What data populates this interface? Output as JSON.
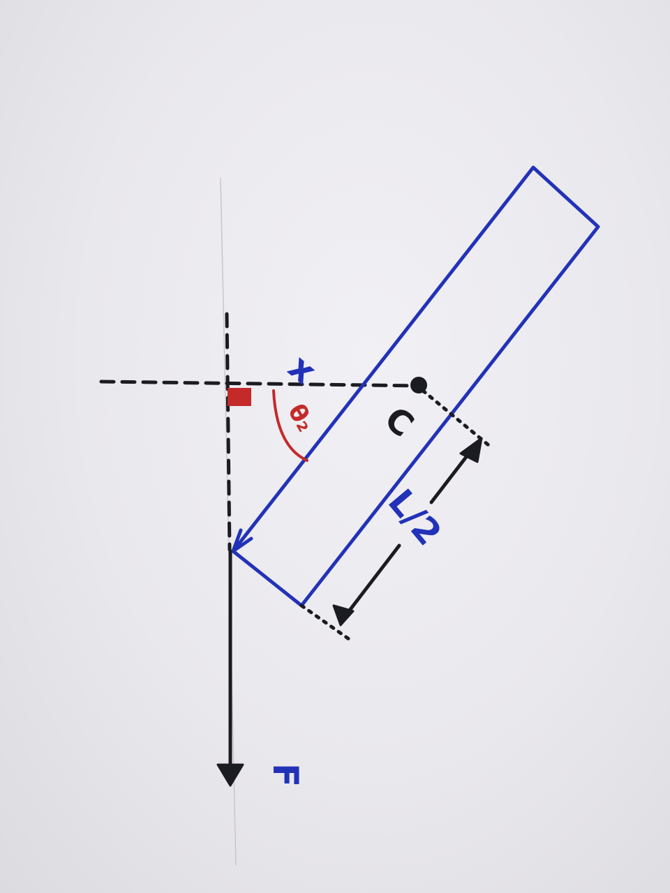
{
  "diagram": {
    "labels": {
      "x_axis": "x",
      "angle": "θ₂",
      "center_of_mass": "C",
      "half_length": "L/2",
      "force": "F"
    },
    "colors": {
      "ink_black": "#1b1b22",
      "ink_blue": "#2232b8",
      "ink_red": "#c42a2a",
      "paper": "#ebeaee"
    }
  }
}
